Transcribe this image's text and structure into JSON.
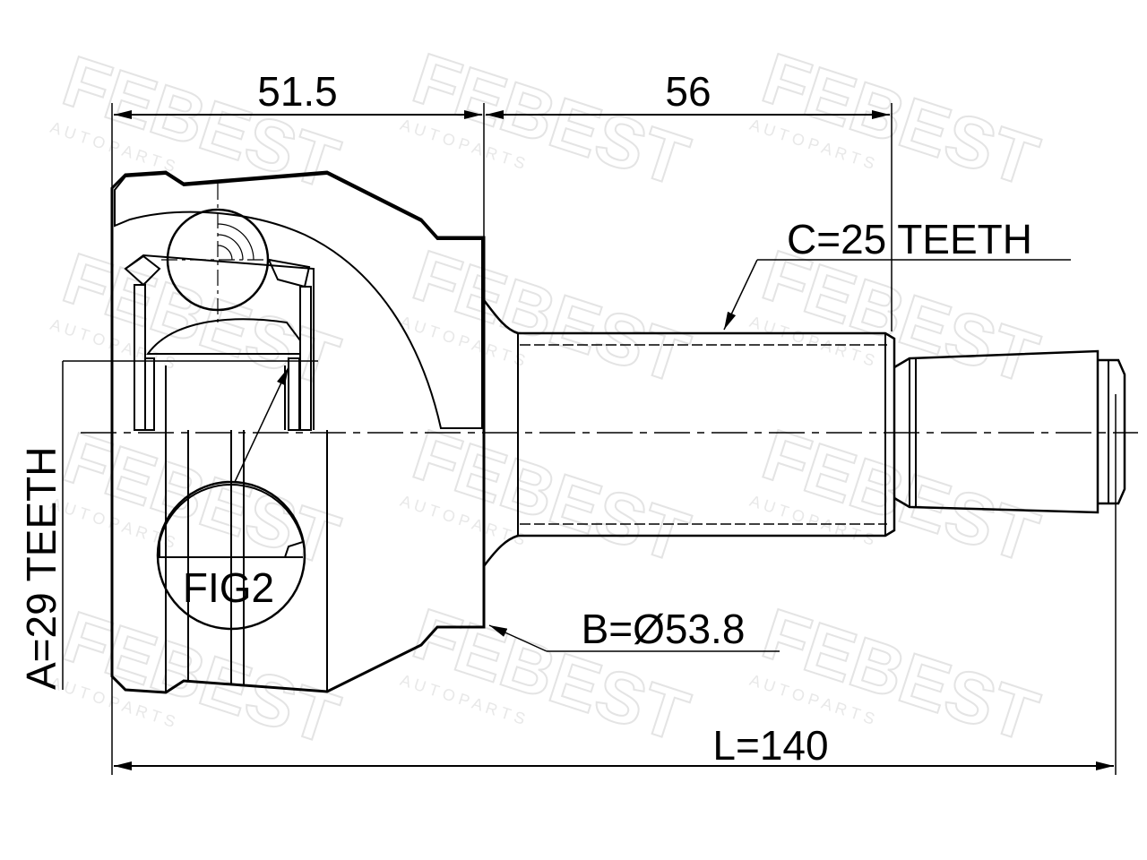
{
  "watermark": {
    "brand": "FEBEST",
    "tagline": "A U T O   P A R T S"
  },
  "dimensions": {
    "top_left": "51.5",
    "top_right": "56",
    "spline_c": "C=25 TEETH",
    "diameter_b": "B=Ø53.8",
    "length_l": "L=140",
    "spline_a": "A=29 TEETH"
  },
  "figure_label": "FIG2"
}
